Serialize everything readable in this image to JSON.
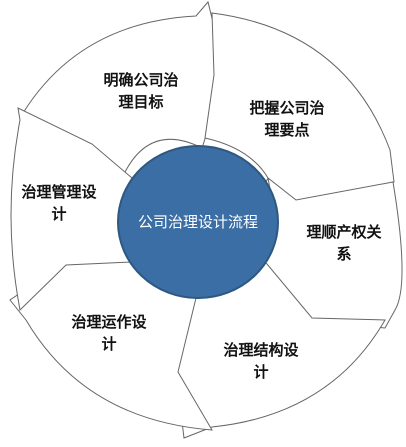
{
  "diagram": {
    "center": "公司治理设计流程",
    "steps": [
      {
        "line1": "明确公司治",
        "line2": "理目标"
      },
      {
        "line1": "把握公司治",
        "line2": "理要点"
      },
      {
        "line1": "理顺产权关",
        "line2": "系"
      },
      {
        "line1": "治理结构设",
        "line2": "计"
      },
      {
        "line1": "治理运作设",
        "line2": "计"
      },
      {
        "line1": "治理管理设",
        "line2": "计"
      }
    ]
  }
}
